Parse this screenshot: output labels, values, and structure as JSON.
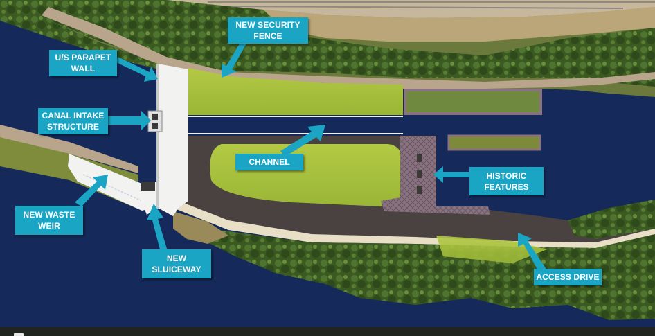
{
  "diagram": {
    "type": "annotated site plan (aerial render)",
    "labels": [
      {
        "id": "new-security-fence",
        "text": "NEW SECURITY\nFENCE"
      },
      {
        "id": "us-parapet-wall",
        "text": "U/S PARAPET\nWALL"
      },
      {
        "id": "canal-intake-structure",
        "text": "CANAL INTAKE\nSTRUCTURE"
      },
      {
        "id": "channel",
        "text": "CHANNEL"
      },
      {
        "id": "historic-features",
        "text": "HISTORIC\nFEATURES"
      },
      {
        "id": "new-waste-weir",
        "text": "NEW WASTE\nWEIR"
      },
      {
        "id": "new-sluiceway",
        "text": "NEW\nSLUICEWAY"
      },
      {
        "id": "access-drive",
        "text": "ACCESS DRIVE"
      }
    ]
  },
  "colors": {
    "label_bg": "#1ba5c4",
    "label_text": "#ffffff",
    "water": "#152a5a",
    "grass": "#a9c23c",
    "trees": "#3f5f25",
    "paving": "#b9a58c",
    "drive": "#4a4240",
    "concrete": "#f2f2f0",
    "historic_stone": "#8a7380",
    "bottom_bar": "#212520"
  }
}
